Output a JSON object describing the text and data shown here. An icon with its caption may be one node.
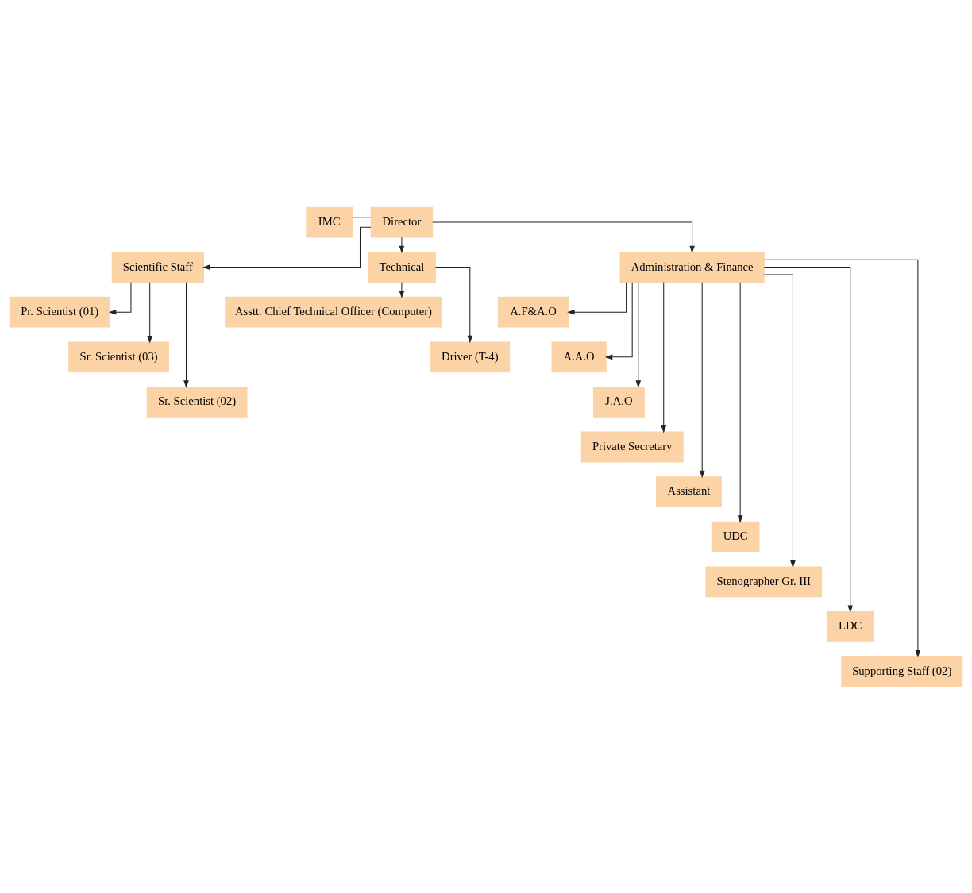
{
  "diagram": {
    "nodes": [
      {
        "text": [
          "IMC"
        ]
      },
      {
        "text": [
          "Director"
        ]
      },
      {
        "text": [
          "Scientific Staff"
        ]
      },
      {
        "text": [
          "Technical"
        ]
      },
      {
        "text": [
          "Administration & Finance"
        ]
      },
      {
        "text": [
          "Pr. Scientist (01)"
        ]
      },
      {
        "text": [
          "Sr. Scientist (03)"
        ]
      },
      {
        "text": [
          "Sr. Scientist (02)"
        ]
      },
      {
        "text": [
          "Asstt. Chief Technical Officer (Computer)"
        ]
      },
      {
        "text": [
          "Driver (T-4)"
        ]
      },
      {
        "text": [
          "A.F&A.O"
        ]
      },
      {
        "text": [
          "A.A.O"
        ]
      },
      {
        "text": [
          "J.A.O"
        ]
      },
      {
        "text": [
          "Private Secretary"
        ]
      },
      {
        "text": [
          "Assistant"
        ]
      },
      {
        "text": [
          "UDC"
        ]
      },
      {
        "text": [
          "Stenographer Gr. III"
        ]
      },
      {
        "text": [
          "LDC"
        ]
      },
      {
        "text": [
          "Supporting Staff (02)"
        ]
      }
    ],
    "edges": [
      {
        "from": 0,
        "to": 1,
        "arrow": "none"
      },
      {
        "from": 1,
        "to": 2,
        "arrow": "to"
      },
      {
        "from": 1,
        "to": 3,
        "arrow": "to"
      },
      {
        "from": 1,
        "to": 4,
        "arrow": "to"
      },
      {
        "from": 2,
        "to": 5,
        "arrow": "to"
      },
      {
        "from": 2,
        "to": 6,
        "arrow": "to"
      },
      {
        "from": 2,
        "to": 7,
        "arrow": "to"
      },
      {
        "from": 3,
        "to": 8,
        "arrow": "to"
      },
      {
        "from": 3,
        "to": 9,
        "arrow": "to"
      },
      {
        "from": 4,
        "to": 10,
        "arrow": "to"
      },
      {
        "from": 4,
        "to": 11,
        "arrow": "to"
      },
      {
        "from": 4,
        "to": 12,
        "arrow": "to"
      },
      {
        "from": 4,
        "to": 13,
        "arrow": "to"
      },
      {
        "from": 4,
        "to": 14,
        "arrow": "to"
      },
      {
        "from": 4,
        "to": 15,
        "arrow": "to"
      },
      {
        "from": 4,
        "to": 16,
        "arrow": "to"
      },
      {
        "from": 4,
        "to": 17,
        "arrow": "to"
      },
      {
        "from": 4,
        "to": 18,
        "arrow": "to"
      }
    ]
  }
}
